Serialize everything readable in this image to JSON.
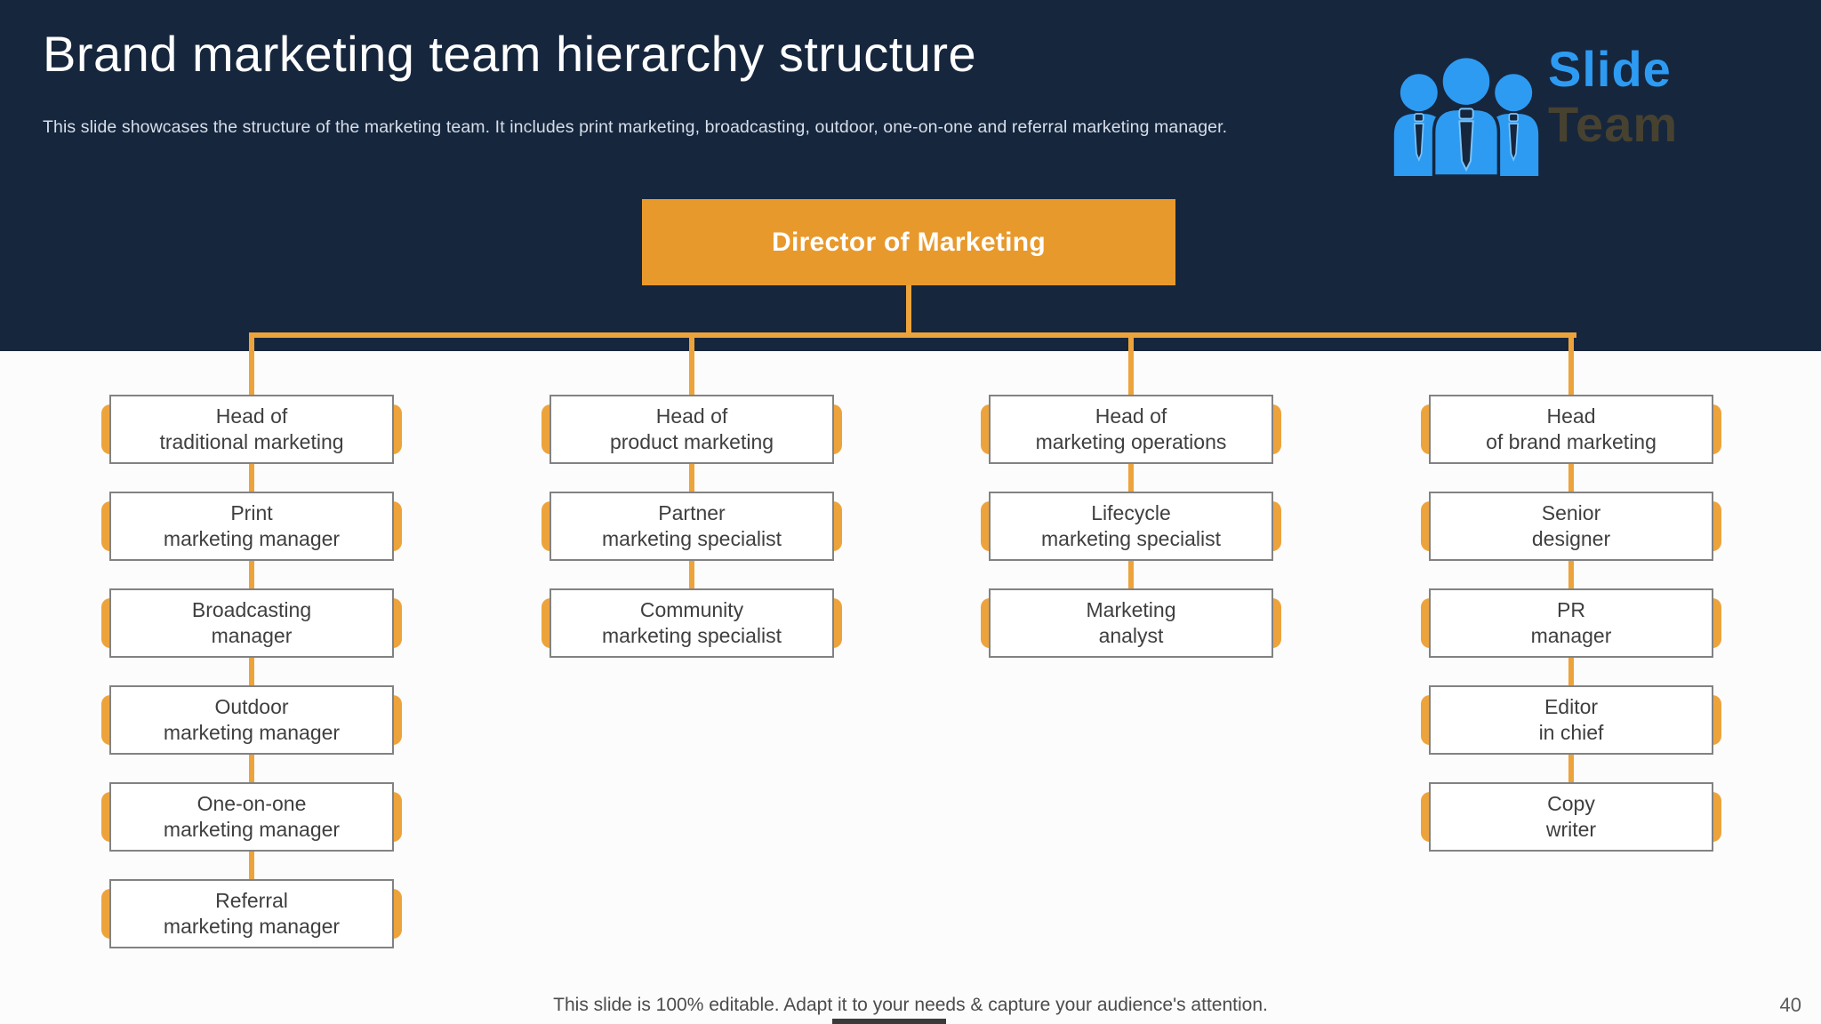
{
  "slide": {
    "title": "Brand marketing team hierarchy structure",
    "subtitle": "This slide showcases the structure of the marketing team. It includes print marketing, broadcasting, outdoor, one-on-one and referral marketing manager.",
    "footer": "This slide is 100% editable. Adapt it to your needs & capture your audience's attention.",
    "page_number": "40"
  },
  "logo": {
    "icon": "people-icon",
    "line1": "Slide",
    "line2": "Team"
  },
  "colors": {
    "navy": "#16263D",
    "orange": "#E8992C",
    "connector": "#EDA33C",
    "logo_blue": "#2D9BF2",
    "logo_team": "#474130",
    "box_text": "#3F3F3F"
  },
  "org_chart": {
    "root": {
      "label": "Director of Marketing"
    },
    "columns": [
      {
        "nodes": [
          {
            "lines": [
              "Head of",
              "traditional marketing"
            ]
          },
          {
            "lines": [
              "Print",
              "marketing manager"
            ]
          },
          {
            "lines": [
              "Broadcasting",
              "manager"
            ]
          },
          {
            "lines": [
              "Outdoor",
              "marketing manager"
            ]
          },
          {
            "lines": [
              "One-on-one",
              "marketing manager"
            ]
          },
          {
            "lines": [
              "Referral",
              "marketing manager"
            ]
          }
        ]
      },
      {
        "nodes": [
          {
            "lines": [
              "Head of",
              "product marketing"
            ]
          },
          {
            "lines": [
              "Partner",
              "marketing specialist"
            ]
          },
          {
            "lines": [
              "Community",
              "marketing specialist"
            ]
          }
        ]
      },
      {
        "nodes": [
          {
            "lines": [
              "Head of",
              "marketing operations"
            ]
          },
          {
            "lines": [
              "Lifecycle",
              "marketing specialist"
            ]
          },
          {
            "lines": [
              "Marketing",
              "analyst"
            ]
          }
        ]
      },
      {
        "nodes": [
          {
            "lines": [
              "Head",
              "of brand marketing"
            ]
          },
          {
            "lines": [
              "Senior",
              "designer"
            ]
          },
          {
            "lines": [
              "PR",
              "manager"
            ]
          },
          {
            "lines": [
              "Editor",
              "in chief"
            ]
          },
          {
            "lines": [
              "Copy",
              "writer"
            ]
          }
        ]
      }
    ]
  }
}
